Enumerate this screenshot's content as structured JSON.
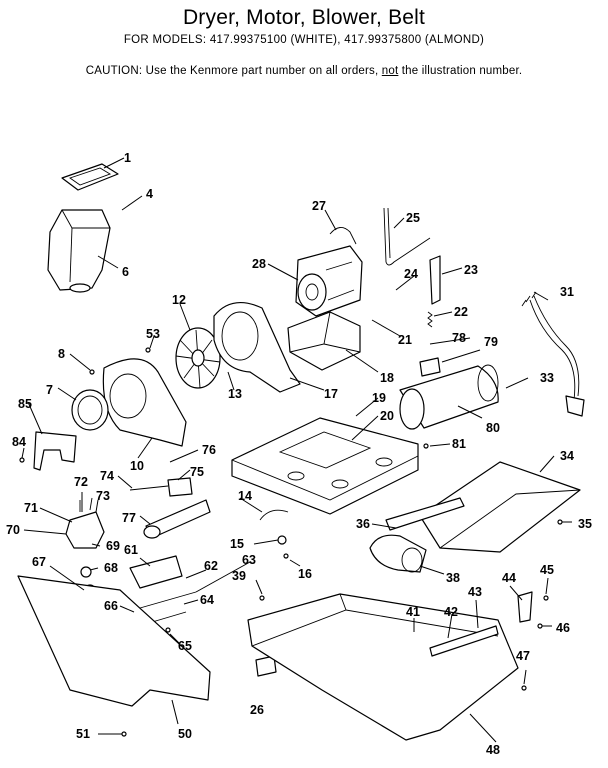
{
  "header": {
    "title": "Dryer, Motor, Blower, Belt",
    "subtitle": "FOR MODELS:  417.99375100 (WHITE), 417.99375800 (ALMOND)",
    "caution_before": "CAUTION:  Use the Kenmore part number on all orders, ",
    "caution_emphasis": "not",
    "caution_after": " the illustration number."
  },
  "callouts": {
    "c1": "1",
    "c4": "4",
    "c6": "6",
    "c7": "7",
    "c8": "8",
    "c10": "10",
    "c12": "12",
    "c13": "13",
    "c14": "14",
    "c15": "15",
    "c16": "16",
    "c17": "17",
    "c18": "18",
    "c19": "19",
    "c20": "20",
    "c21": "21",
    "c22": "22",
    "c23": "23",
    "c24": "24",
    "c25": "25",
    "c26": "26",
    "c27": "27",
    "c28": "28",
    "c31": "31",
    "c33": "33",
    "c34": "34",
    "c35": "35",
    "c36": "36",
    "c38": "38",
    "c39": "39",
    "c41": "41",
    "c42": "42",
    "c43": "43",
    "c44": "44",
    "c45": "45",
    "c46": "46",
    "c47": "47",
    "c48": "48",
    "c50": "50",
    "c51": "51",
    "c53": "53",
    "c61": "61",
    "c62": "62",
    "c63": "63",
    "c64": "64",
    "c65": "65",
    "c66": "66",
    "c67": "67",
    "c68": "68",
    "c69": "69",
    "c70": "70",
    "c71": "71",
    "c72": "72",
    "c73": "73",
    "c74": "74",
    "c75": "75",
    "c76": "76",
    "c77": "77",
    "c78": "78",
    "c79": "79",
    "c80": "80",
    "c81": "81",
    "c84": "84",
    "c85": "85"
  }
}
